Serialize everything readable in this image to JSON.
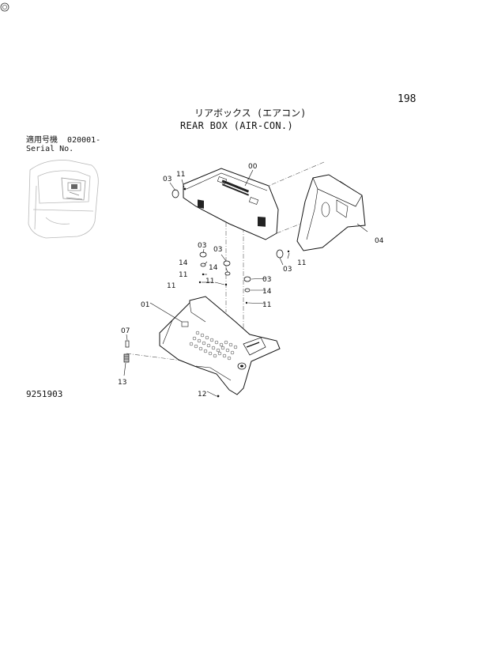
{
  "page_number": "198",
  "title": {
    "jp": "リアボックス (エアコン)",
    "en": "REAR BOX (AIR-CON.)"
  },
  "serial": {
    "jp_label": "適用号機",
    "value": "020001-",
    "en_label": "Serial No."
  },
  "drawing_number": "9251903",
  "part_labels": {
    "p00": "00",
    "p01": "01",
    "p03a": "03",
    "p03b": "03",
    "p03c": "03",
    "p03d": "03",
    "p03e": "03",
    "p04": "04",
    "p07": "07",
    "p11a": "11",
    "p11b": "11",
    "p11c": "11",
    "p11d": "11",
    "p11e": "11",
    "p11f": "11",
    "p12": "12",
    "p13": "13",
    "p14a": "14",
    "p14b": "14",
    "p14c": "14"
  }
}
